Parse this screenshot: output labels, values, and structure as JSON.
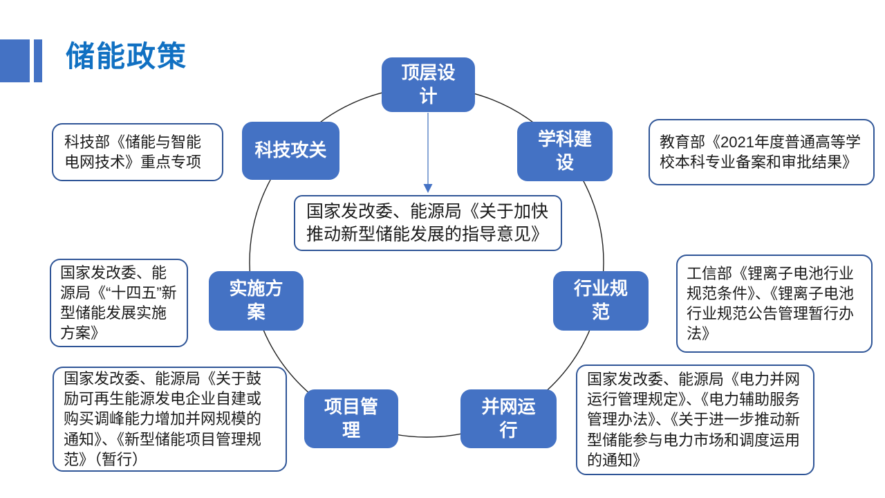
{
  "slide": {
    "title": "储能政策"
  },
  "colors": {
    "accent_blue": "#4472C4",
    "title_blue": "#1070C2",
    "box_border_blue": "#2F5597",
    "circle_black": "#1f1f1f"
  },
  "diagram": {
    "type": "cycle-diagram",
    "center_note": "国家发改委、能源局《关于加快推动新型储能发展的指导意见》",
    "nodes": [
      {
        "id": "top-design",
        "label": "顶层设计"
      },
      {
        "id": "subject-build",
        "label": "学科建设"
      },
      {
        "id": "industry-norm",
        "label": "行业规范"
      },
      {
        "id": "grid-operation",
        "label": "并网运行"
      },
      {
        "id": "project-mgmt",
        "label": "项目管理"
      },
      {
        "id": "implementation",
        "label": "实施方案"
      },
      {
        "id": "tech-research",
        "label": "科技攻关"
      }
    ],
    "callouts": [
      {
        "for": "tech-research",
        "label": "科技部《储能与智能电网技术》重点专项"
      },
      {
        "for": "subject-build",
        "label": "教育部《2021年度普通高等学校本科专业备案和审批结果》"
      },
      {
        "for": "implementation",
        "label": "国家发改委、能源局《“十四五”新型储能发展实施方案》"
      },
      {
        "for": "industry-norm",
        "label": "工信部《锂离子电池行业规范条件》、《锂离子电池行业规范公告管理暂行办法》"
      },
      {
        "for": "project-mgmt",
        "label": "国家发改委、能源局《关于鼓励可再生能源发电企业自建或购买调峰能力增加并网规模的通知》、《新型储能项目管理规范》（暂行）"
      },
      {
        "for": "grid-operation",
        "label": "国家发改委、能源局《电力并网运行管理规定》、《电力辅助服务管理办法》、《关于进一步推动新型储能参与电力市场和调度运用的通知》"
      }
    ]
  }
}
